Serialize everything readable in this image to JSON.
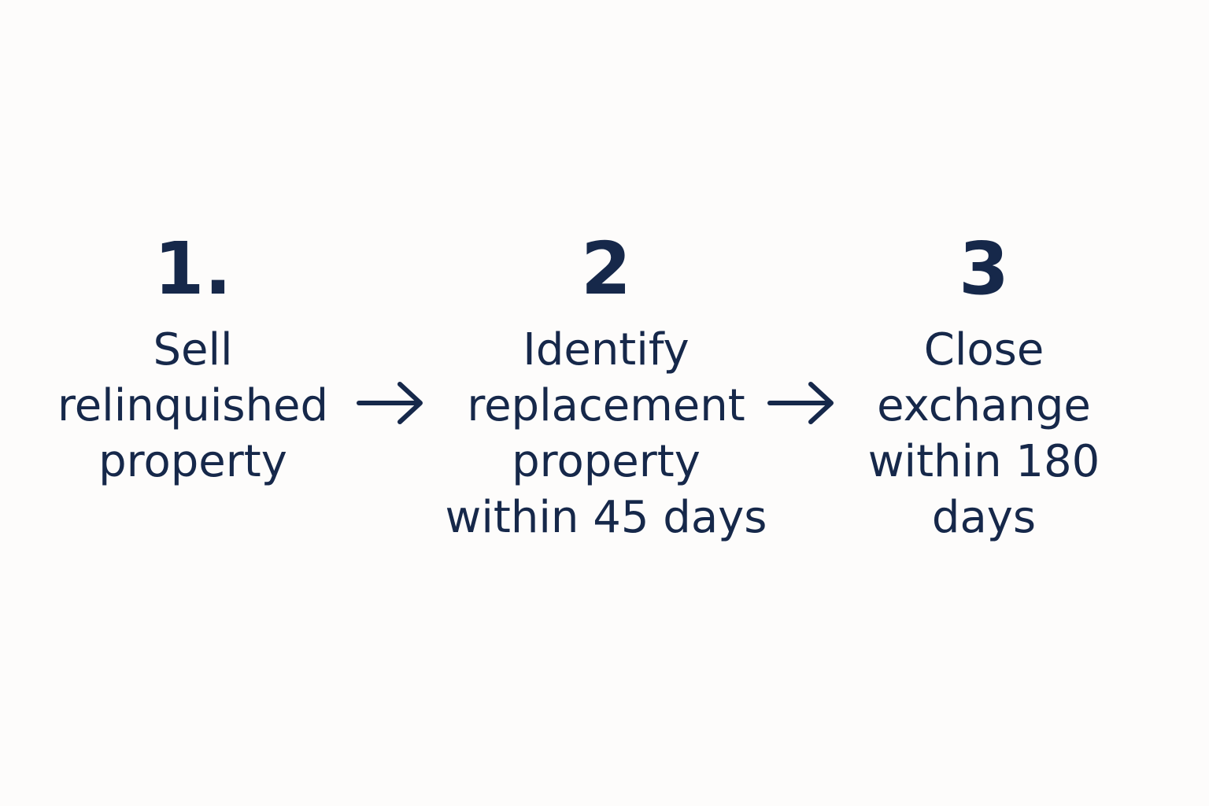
{
  "steps": [
    {
      "number": "1.",
      "lines": [
        "Sell",
        "relinquished",
        "property"
      ]
    },
    {
      "number": "2",
      "lines": [
        "Identify",
        "replacement",
        "property",
        "within 45 days"
      ]
    },
    {
      "number": "3",
      "lines": [
        "Close",
        "exchange",
        "within 180",
        "days"
      ]
    }
  ],
  "arrows": [
    {
      "icon": "arrow-right-icon"
    },
    {
      "icon": "arrow-right-icon"
    }
  ],
  "colors": {
    "text": "#16284a",
    "background": "#fdfcfb"
  }
}
